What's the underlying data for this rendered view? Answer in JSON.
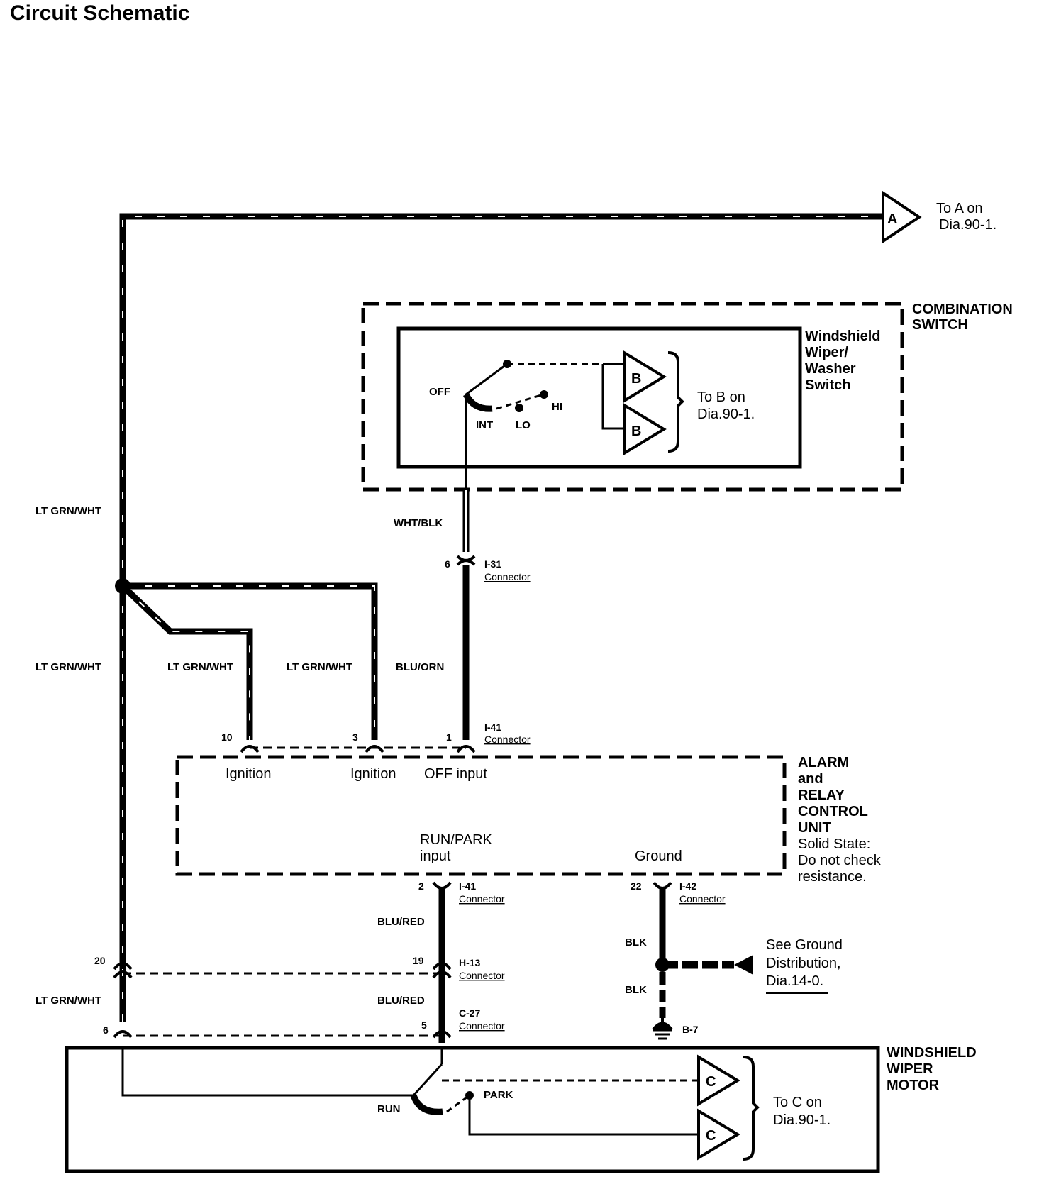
{
  "title": "Circuit Schematic",
  "offpage": {
    "a": {
      "letter": "A",
      "line1": "To A on",
      "line2": "Dia.90-1."
    },
    "b": {
      "letter": "B",
      "line1": "To B on",
      "line2": "Dia.90-1."
    },
    "c": {
      "letter": "C",
      "line1": "To C on",
      "line2": "Dia.90-1."
    }
  },
  "components": {
    "combination_switch": {
      "line1": "COMBINATION",
      "line2": "SWITCH"
    },
    "wiper_switch": {
      "line1": "Windshield",
      "line2": "Wiper/",
      "line3": "Washer",
      "line4": "Switch"
    },
    "control_unit": {
      "line1": "ALARM",
      "line2": "and",
      "line3": "RELAY",
      "line4": "CONTROL",
      "line5": "UNIT",
      "note1": "Solid State:",
      "note2": "Do not check",
      "note3": "resistance."
    },
    "wiper_motor": {
      "line1": "WINDSHIELD",
      "line2": "WIPER",
      "line3": "MOTOR"
    }
  },
  "switch_positions": {
    "off": "OFF",
    "int": "INT",
    "lo": "LO",
    "hi": "HI"
  },
  "motor_positions": {
    "park": "PARK",
    "run": "RUN"
  },
  "wires": {
    "ltgrn_1": "LT GRN/WHT",
    "ltgrn_2": "LT GRN/WHT",
    "ltgrn_3": "LT GRN/WHT",
    "ltgrn_4": "LT GRN/WHT",
    "ltgrn_5": "LT GRN/WHT",
    "wht_blk": "WHT/BLK",
    "blu_orn": "BLU/ORN",
    "blu_red_1": "BLU/RED",
    "blu_red_2": "BLU/RED",
    "blk_1": "BLK",
    "blk_2": "BLK"
  },
  "connectors": {
    "i31": {
      "name": "I-31",
      "label": "Connector",
      "pin": "6"
    },
    "i41_top": {
      "name": "I-41",
      "label": "Connector"
    },
    "i41_bottom": {
      "name": "I-41",
      "label": "Connector",
      "pin": "2"
    },
    "i42": {
      "name": "I-42",
      "label": "Connector",
      "pin": "22"
    },
    "h13": {
      "name": "H-13",
      "label": "Connector",
      "pin_left": "20",
      "pin_right": "19"
    },
    "c27": {
      "name": "C-27",
      "label": "Connector",
      "pin_left": "6",
      "pin_right": "5"
    }
  },
  "pins": {
    "p10": "10",
    "p3": "3",
    "p1": "1"
  },
  "terminals": {
    "ignition_1": "Ignition",
    "ignition_2": "Ignition",
    "off_input": "OFF input",
    "runpark_1": "RUN/PARK",
    "runpark_2": "input",
    "ground": "Ground"
  },
  "ground": {
    "see1": "See Ground",
    "see2": "Distribution,",
    "see3": "Dia.14-0.",
    "point": "B-7"
  }
}
